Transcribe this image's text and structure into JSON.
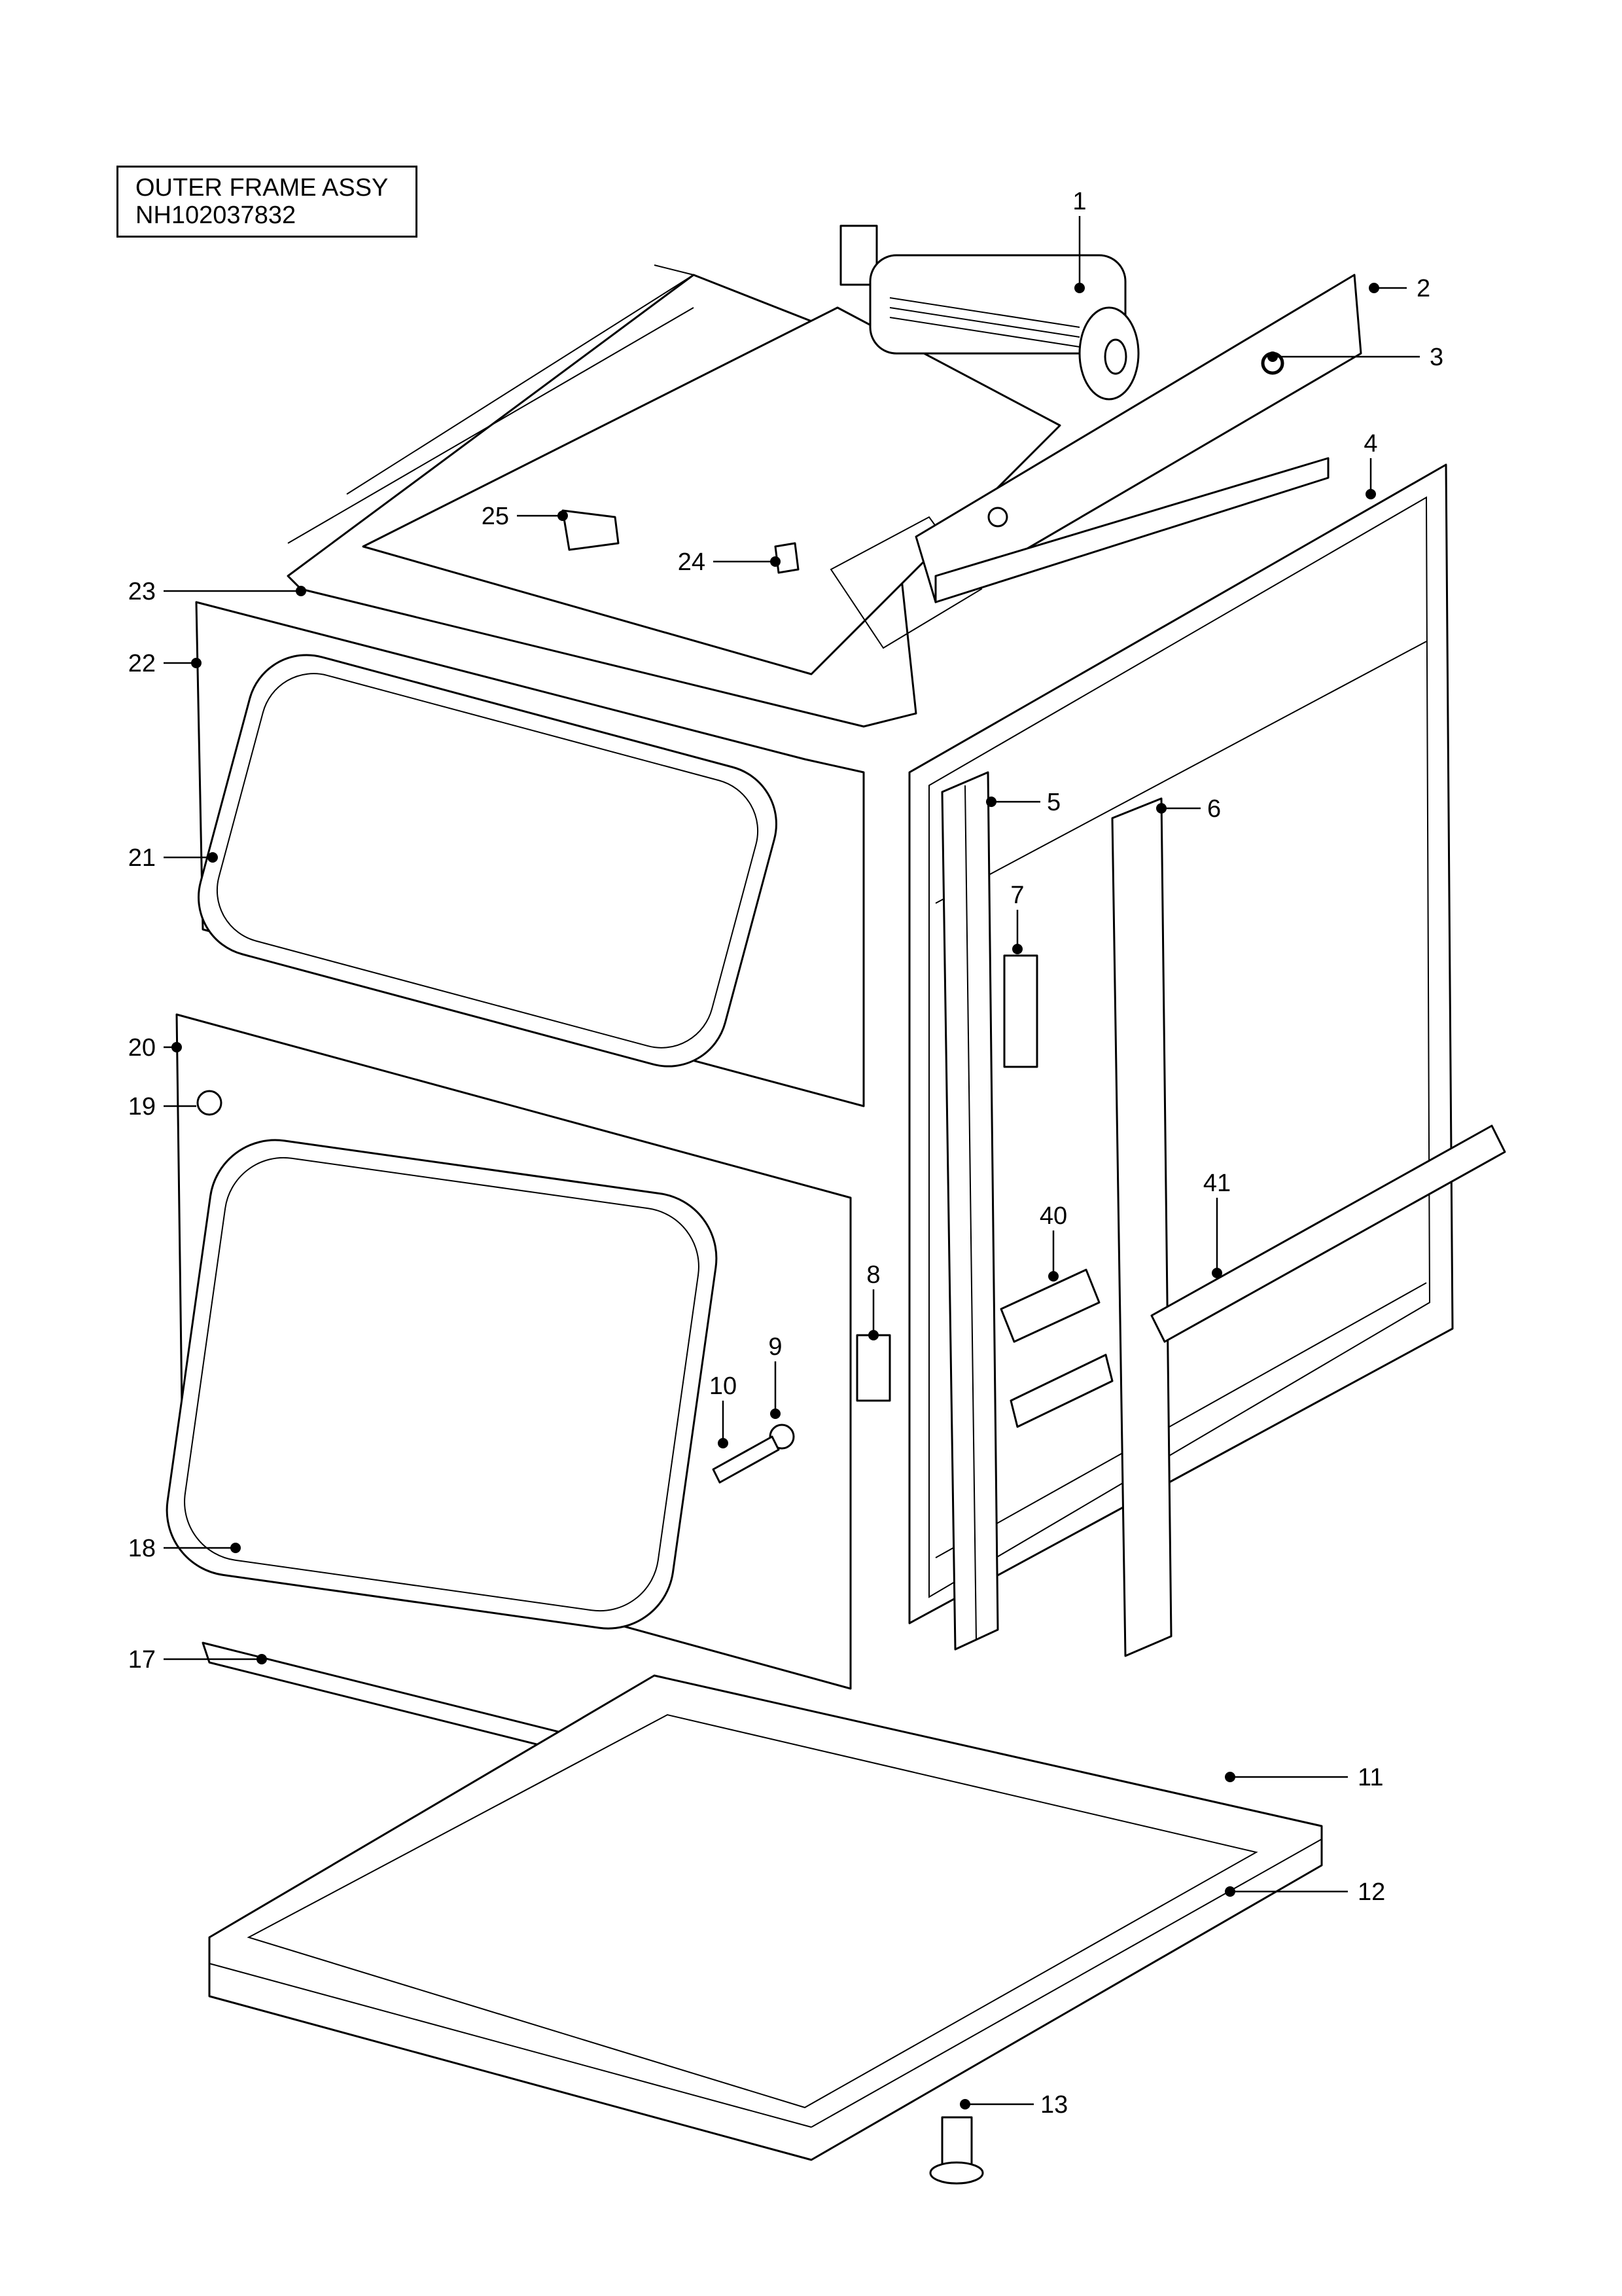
{
  "title": {
    "line1": "OUTER FRAME ASSY",
    "line2": "NH102037832"
  },
  "callouts": {
    "c1": "1",
    "c2": "2",
    "c3": "3",
    "c4": "4",
    "c5": "5",
    "c6": "6",
    "c7": "7",
    "c8": "8",
    "c9": "9",
    "c10": "10",
    "c11": "11",
    "c12": "12",
    "c13": "13",
    "c17": "17",
    "c18": "18",
    "c19": "19",
    "c20": "20",
    "c21": "21",
    "c22": "22",
    "c23": "23",
    "c24": "24",
    "c25": "25",
    "c40": "40",
    "c41": "41"
  }
}
